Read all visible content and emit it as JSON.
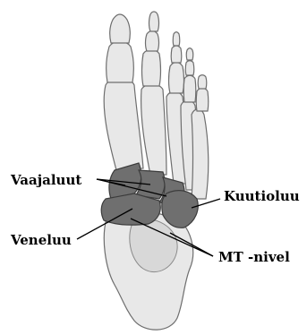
{
  "labels": {
    "vaajaluut": "Vaajaluut",
    "veneluu": "Veneluu",
    "kuutioluu": "Kuutioluu",
    "mt_nivel": "MT -nivel"
  }
}
